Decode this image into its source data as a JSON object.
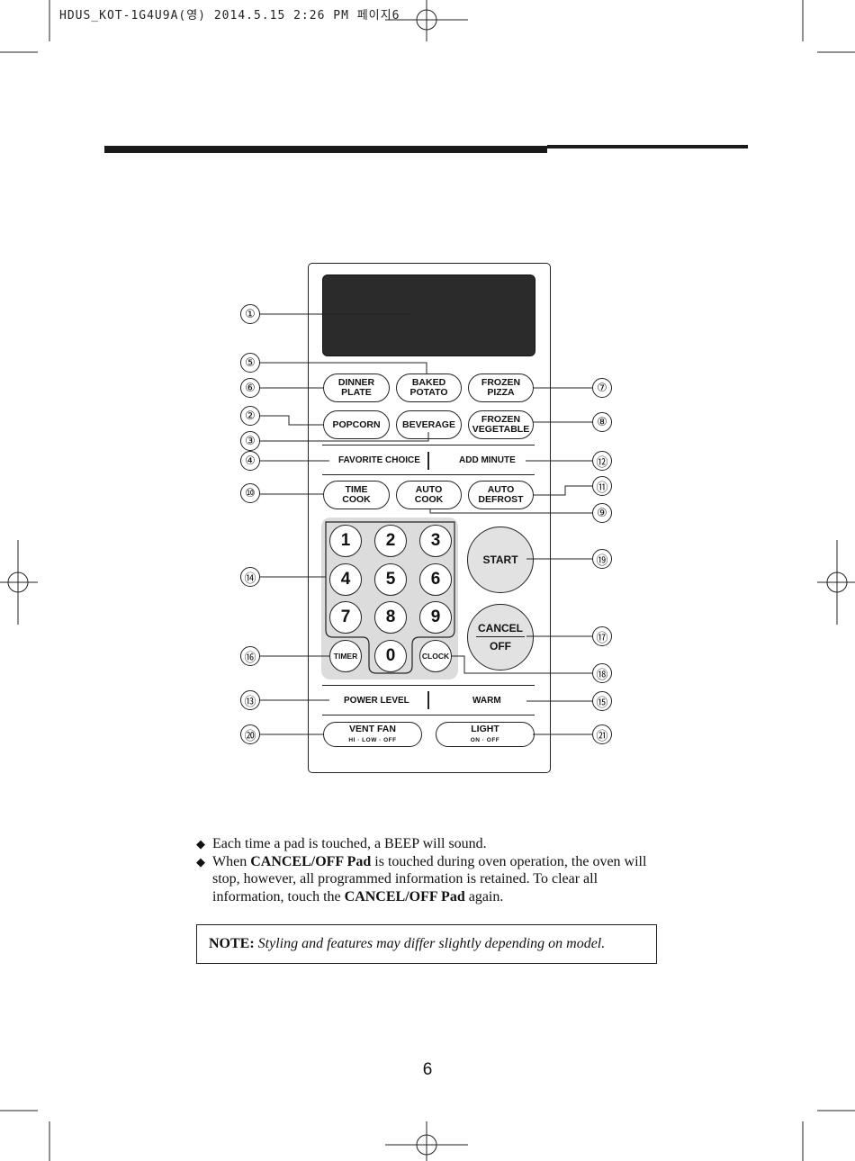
{
  "print_stamp": "HDUS_KOT-1G4U9A(영) 2014.5.15 2:26 PM 페이지6",
  "panel": {
    "row1": [
      "DINNER\nPLATE",
      "BAKED\nPOTATO",
      "FROZEN\nPIZZA"
    ],
    "row2": [
      "POPCORN",
      "BEVERAGE",
      "FROZEN\nVEGETABLE"
    ],
    "favorite_choice": "FAVORITE CHOICE",
    "add_minute": "ADD MINUTE",
    "row3": [
      "TIME\nCOOK",
      "AUTO\nCOOK",
      "AUTO\nDEFROST"
    ],
    "digits": [
      "1",
      "2",
      "3",
      "4",
      "5",
      "6",
      "7",
      "8",
      "9",
      "0"
    ],
    "timer": "TIMER",
    "clock": "CLOCK",
    "start": "START",
    "cancel": "CANCEL",
    "off": "OFF",
    "power_level": "POWER LEVEL",
    "warm": "WARM",
    "vent_fan": "VENT FAN",
    "vent_fan_sub": "HI · LOW · OFF",
    "light": "LIGHT",
    "light_sub": "ON · OFF"
  },
  "callouts": [
    "①",
    "②",
    "③",
    "④",
    "⑤",
    "⑥",
    "⑦",
    "⑧",
    "⑨",
    "⑩",
    "⑪",
    "⑫",
    "⑬",
    "⑭",
    "⑮",
    "⑯",
    "⑰",
    "⑱",
    "⑲",
    "⑳",
    "㉑"
  ],
  "notes": {
    "bullet": "◆",
    "line1": "Each time a pad is touched, a BEEP will sound.",
    "line2_a": "When ",
    "line2_b": "CANCEL/OFF Pad",
    "line2_c": " is touched during oven operation, the oven will stop, however, all programmed information is retained. To clear all information, touch the ",
    "line2_d": "CANCEL/OFF Pad",
    "line2_e": " again.",
    "note_label": "NOTE:",
    "note_text": "Styling and features may differ slightly depending on model."
  },
  "page_number": "6"
}
